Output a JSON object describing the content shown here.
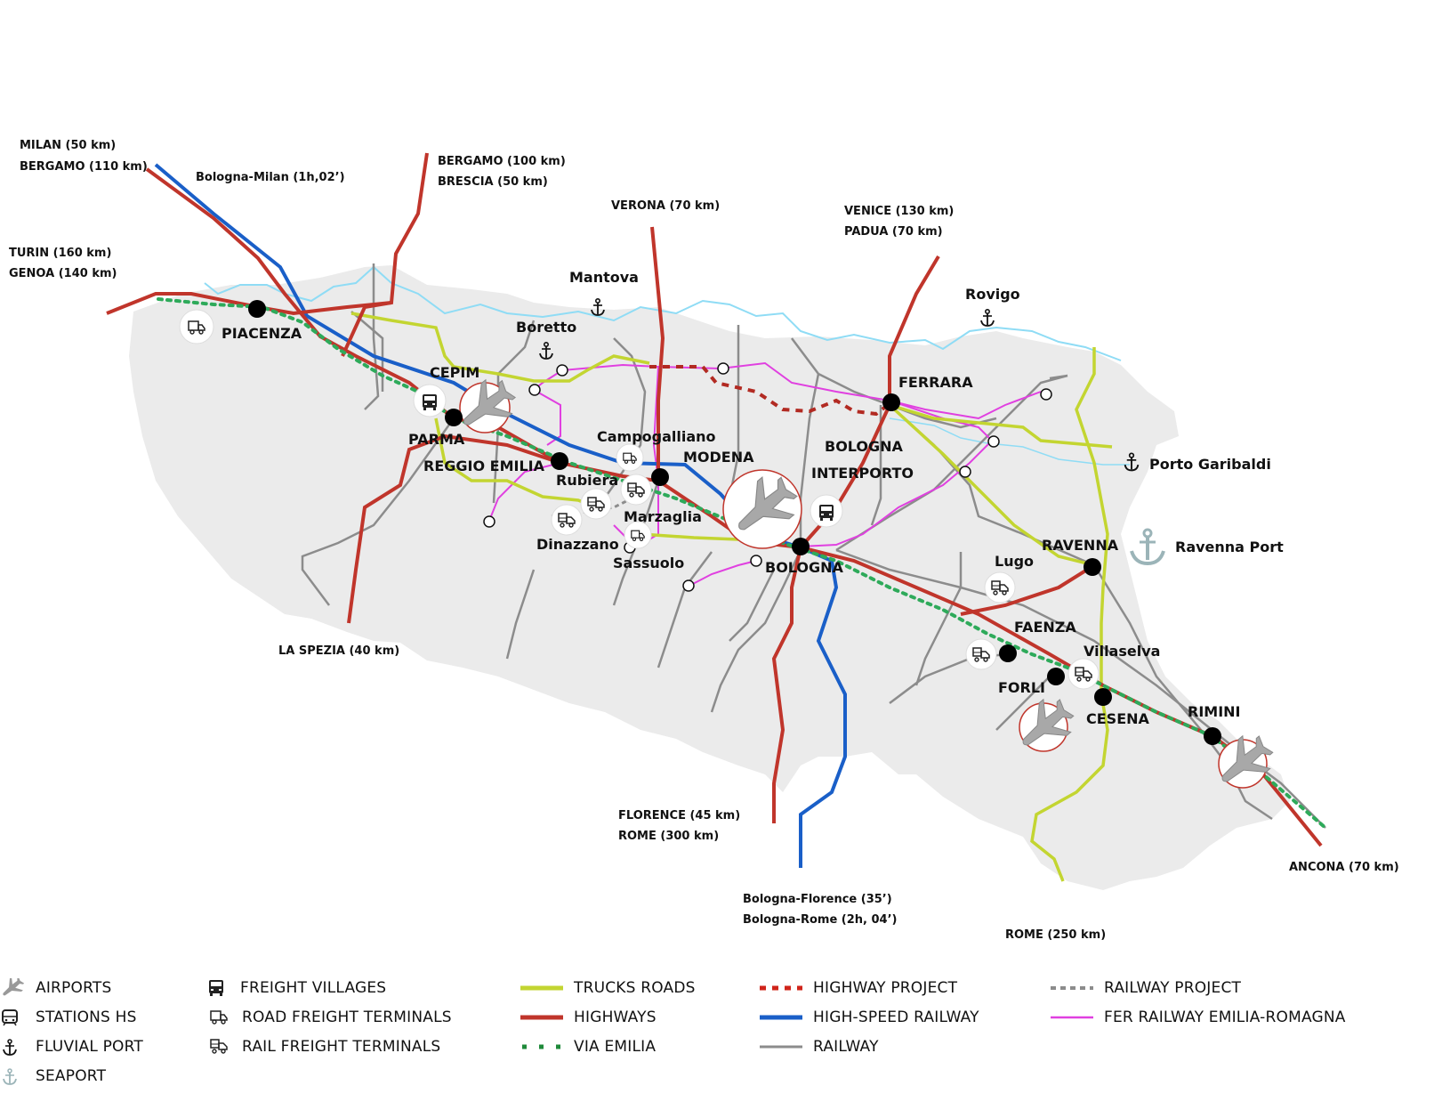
{
  "cities": {
    "piacenza": "PIACENZA",
    "cepim": "CEPIM",
    "parma": "PARMA",
    "reggio_emilia": "REGGIO EMILIA",
    "modena": "MODENA",
    "bologna": "BOLOGNA",
    "bologna_interporto_1": "BOLOGNA",
    "bologna_interporto_2": "INTERPORTO",
    "ferrara": "FERRARA",
    "ravenna": "RAVENNA",
    "faenza": "FAENZA",
    "forli": "FORLI",
    "cesena": "CESENA",
    "rimini": "RIMINI"
  },
  "places": {
    "mantova": "Mantova",
    "boretto": "Boretto",
    "rovigo": "Rovigo",
    "porto_garibaldi": "Porto Garibaldi",
    "ravenna_port": "Ravenna Port",
    "campogalliano": "Campogalliano",
    "rubiera": "Rubiera",
    "marzaglia": "Marzaglia",
    "dinazzano": "Dinazzano",
    "sassuolo": "Sassuolo",
    "lugo": "Lugo",
    "villaselva": "Villaselva"
  },
  "destinations": {
    "milan": "MILAN (50 km)",
    "bergamo_110": "BERGAMO (110 km)",
    "bologna_milan": "Bologna-Milan (1h,02’)",
    "bergamo_100": "BERGAMO (100 km)",
    "brescia": "BRESCIA (50 km)",
    "verona": "VERONA (70 km)",
    "venice": "VENICE (130 km)",
    "padua": "PADUA (70 km)",
    "turin": "TURIN (160 km)",
    "genoa": "GENOA (140 km)",
    "la_spezia": "LA SPEZIA (40 km)",
    "florence": "FLORENCE (45 km)",
    "rome_300": "ROME (300 km)",
    "bologna_florence": "Bologna-Florence (35’)",
    "bologna_rome": "Bologna-Rome (2h, 04’)",
    "rome_250": "ROME (250 km)",
    "ancona": "ANCONA (70 km)"
  },
  "legend": {
    "airports": "AIRPORTS",
    "stations_hs": "STATIONS HS",
    "fluvial_port": "FLUVIAL PORT",
    "seaport": "SEAPORT",
    "freight_villages": "FREIGHT VILLAGES",
    "road_freight": "ROAD FREIGHT TERMINALS",
    "rail_freight": "RAIL FREIGHT TERMINALS",
    "trucks_roads": "TRUCKS ROADS",
    "highways": "HIGHWAYS",
    "via_emilia": "VIA EMILIA",
    "highway_project": "HIGHWAY PROJECT",
    "high_speed_railway": "HIGH-SPEED RAILWAY",
    "railway": "RAILWAY",
    "railway_project": "RAILWAY PROJECT",
    "fer_railway": "FER RAILWAY EMILIA-ROMAGNA"
  },
  "colors": {
    "highway": "#c0352b",
    "high_speed": "#1a5fc8",
    "trucks": "#c3d531",
    "via_emilia": "#2eaa5a",
    "railway": "#8c8c8c",
    "fer": "#e040e0",
    "river": "#8fdcf5",
    "region": "#ececec"
  }
}
